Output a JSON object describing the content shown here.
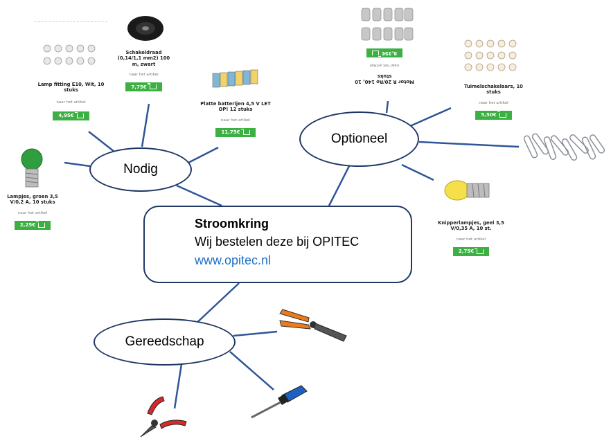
{
  "center": {
    "title": "Stroomkring",
    "subtitle": "Wij bestelen deze bij OPITEC",
    "url": "www.opitec.nl"
  },
  "branches": {
    "nodig": "Nodig",
    "optioneel": "Optioneel",
    "gereedschap": "Gereedschap"
  },
  "products": {
    "lamp_fitting": {
      "name": "Lamp fitting E10, Wit, 10 stuks",
      "link": "naar het artikel",
      "price": "4,95€"
    },
    "schakeldraad": {
      "name": "Schakeldraad (0,14/1,1 mm2) 100 m, zwart",
      "link": "naar het artikel",
      "price": "7,75€"
    },
    "batterijen": {
      "name": "Platte batterijen 4,5 V LET OP! 12 stuks",
      "link": "naar het artikel",
      "price": "11,75€"
    },
    "lampjes_groen": {
      "name": "Lampjes, groen 3,5 V/0,2 A, 10 stuks",
      "link": "naar het artikel",
      "price": "2,25€"
    },
    "motor": {
      "name": "Motor R 20/Ro 140, 10 stuks",
      "link": "naar het artikel",
      "price": "8,35€"
    },
    "tuimelschakelaars": {
      "name": "Tuimelschakelaars, 10 stuks",
      "link": "naar het artikel",
      "price": "5,50€"
    },
    "knipperlampjes": {
      "name": "Knipperlampjes, geel 3,5 V/0,35 A, 10 st.",
      "link": "naar het artikel",
      "price": "2,75€"
    }
  },
  "colors": {
    "border": "#1f3864",
    "url": "#1f6fc5",
    "price_bg": "#3cb043"
  }
}
